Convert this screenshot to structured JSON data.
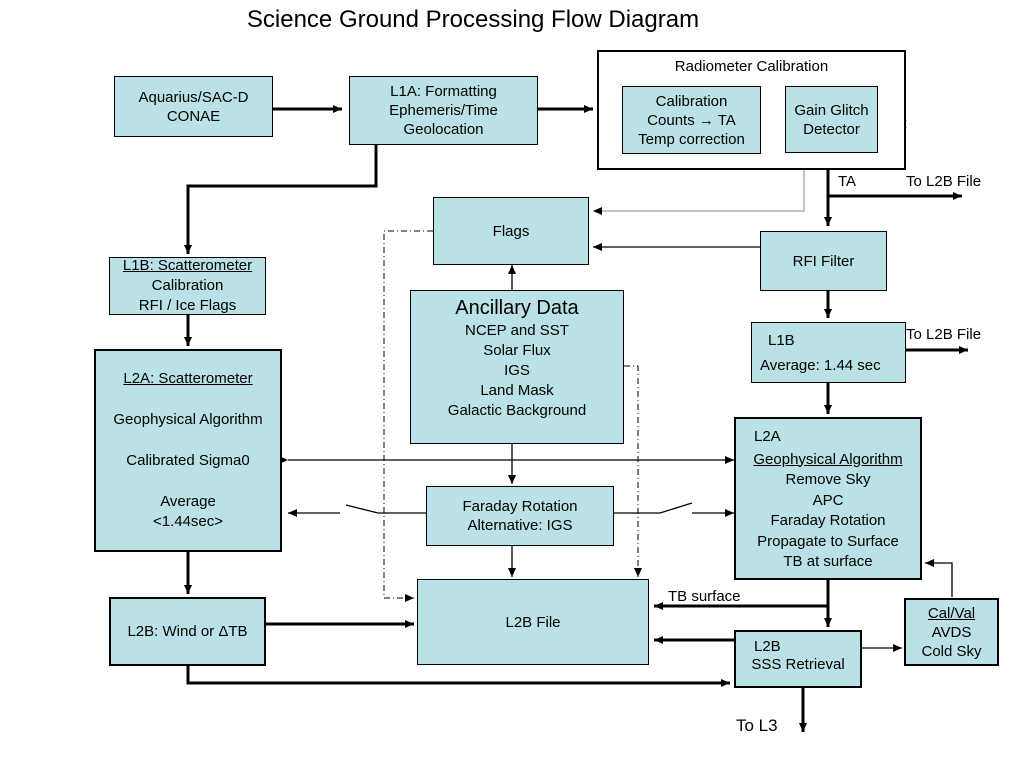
{
  "title": "Science Ground Processing Flow Diagram",
  "boxes": {
    "aquarius": [
      "Aquarius/SAC-D",
      "CONAE"
    ],
    "l1a": [
      "L1A:  Formatting",
      "Ephemeris/Time",
      "Geolocation"
    ],
    "radiometer_cal_title": "Radiometer Calibration",
    "calibration": [
      "Calibration",
      "Counts → TA",
      "Temp correction"
    ],
    "gain_glitch": [
      "Gain Glitch",
      "Detector"
    ],
    "flags": "Flags",
    "rfi_filter": "RFI Filter",
    "l1b_scat": {
      "head": "L1B:  Scatterometer",
      "lines": [
        "Calibration",
        "RFI / Ice Flags"
      ]
    },
    "ancillary": {
      "head": "Ancillary Data",
      "lines": [
        "NCEP and  SST",
        "Solar Flux",
        "IGS",
        "Land Mask",
        "Galactic Background"
      ]
    },
    "l1b_rad": {
      "head": "L1B",
      "line": "Average: 1.44 sec"
    },
    "l2a_scat": {
      "head": "L2A: Scatterometer",
      "lines": [
        "Geophysical Algorithm",
        "Calibrated Sigma0",
        "Average",
        "<1.44sec>"
      ]
    },
    "l2a_rad": {
      "head": "L2A",
      "sub": "Geophysical Algorithm",
      "lines": [
        "Remove Sky",
        "APC",
        "Faraday Rotation",
        "Propagate to Surface",
        "TB at surface"
      ]
    },
    "faraday": [
      "Faraday Rotation",
      "Alternative:  IGS"
    ],
    "l2b_wind": "L2B:  Wind or ΔTB",
    "l2b_file": "L2B File",
    "l2b_sss": {
      "head": "L2B",
      "line": "SSS Retrieval"
    },
    "calval": {
      "head": "Cal/Val",
      "lines": [
        "AVDS",
        "Cold Sky"
      ]
    }
  },
  "labels": {
    "ta": "TA",
    "to_l2b_file_1": "To L2B File",
    "to_l2b_file_2": "To L2B File",
    "tb_surface": "TB surface",
    "to_l3": "To L3"
  }
}
